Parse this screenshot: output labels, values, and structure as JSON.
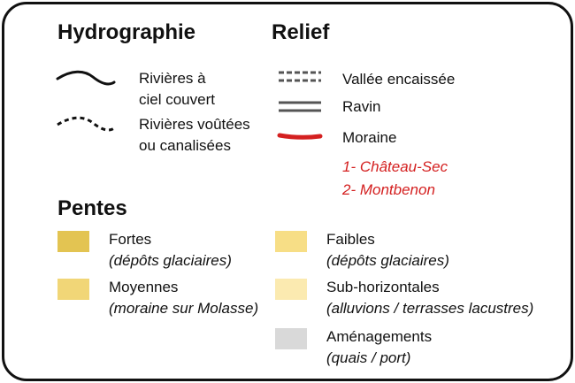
{
  "hydro": {
    "title": "Hydrographie",
    "items": [
      {
        "line1": "Rivières à",
        "line2": "ciel couvert",
        "icon": "solid-river-line-icon"
      },
      {
        "line1": "Rivières voûtées",
        "line2": "ou canalisées",
        "icon": "dashed-river-line-icon"
      }
    ]
  },
  "relief": {
    "title": "Relief",
    "items": [
      {
        "label": "Vallée encaissée",
        "icon": "double-dashed-line-icon"
      },
      {
        "label": "Ravin",
        "icon": "double-gray-line-icon"
      },
      {
        "label": "Moraine",
        "icon": "red-line-icon",
        "color": "#d42020"
      }
    ],
    "moraines": [
      "1- Château-Sec",
      "2- Montbenon"
    ]
  },
  "pentes": {
    "title": "Pentes",
    "left": [
      {
        "label": "Fortes",
        "detail": "(dépôts glaciaires)",
        "color": "#e3c452"
      },
      {
        "label": "Moyennes",
        "detail": "(moraine sur Molasse)",
        "color": "#f1d677"
      }
    ],
    "right": [
      {
        "label": "Faibles",
        "detail": "(dépôts glaciaires)",
        "color": "#f7de86"
      },
      {
        "label": "Sub-horizontales",
        "detail": "(alluvions / terrasses lacustres)",
        "color": "#fbeab0"
      },
      {
        "label": "Aménagements",
        "detail": "(quais / port)",
        "color": "#d9d9d9"
      }
    ]
  }
}
